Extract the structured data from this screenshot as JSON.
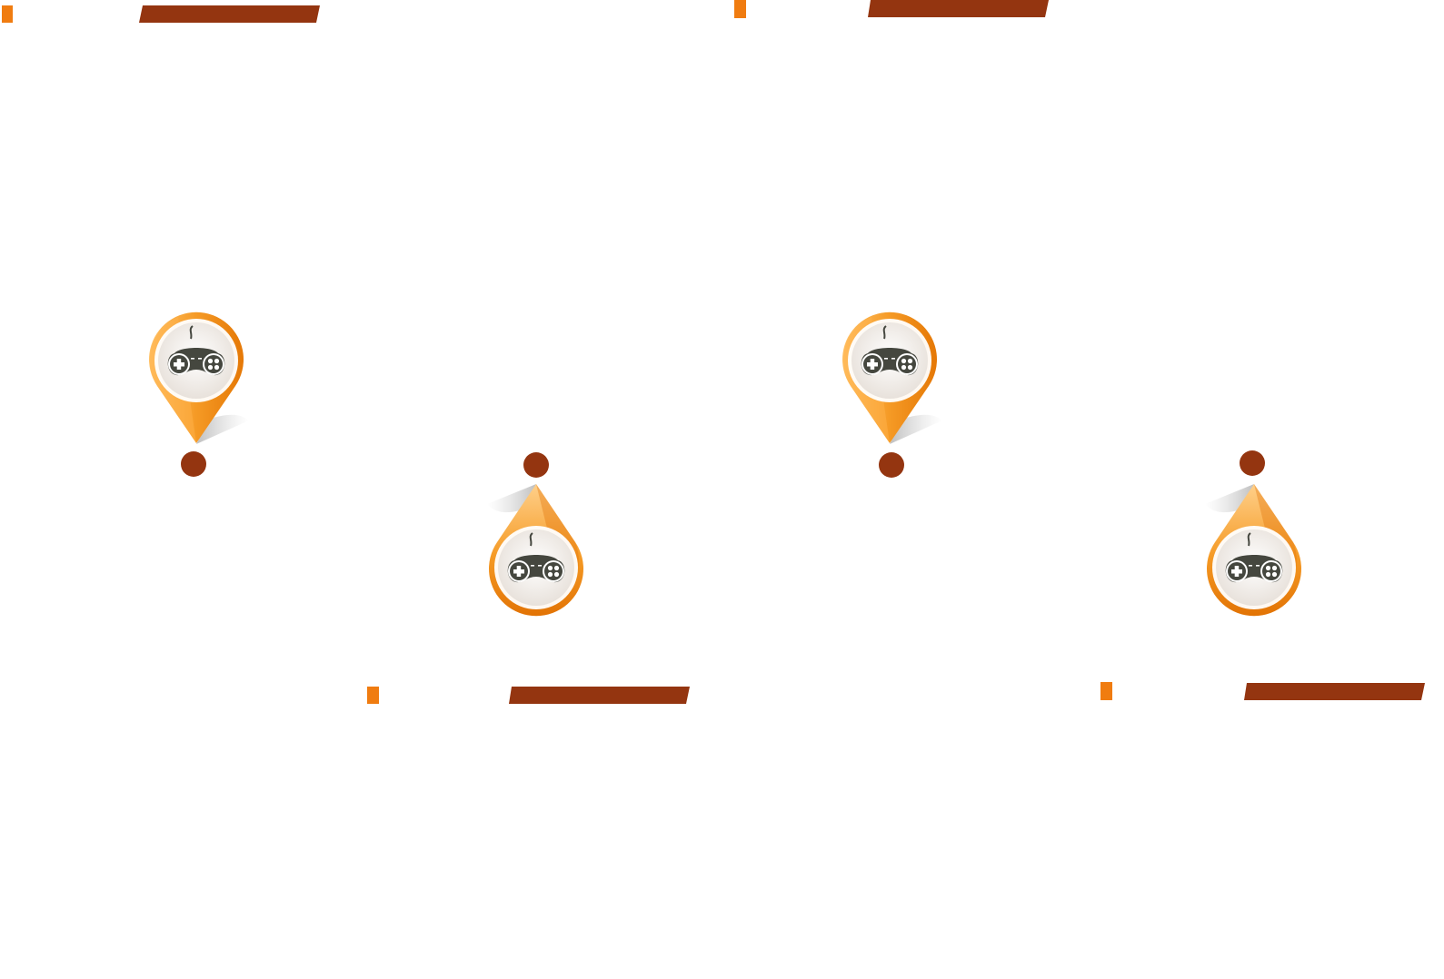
{
  "colors": {
    "background": "#ffffff",
    "bar": "#943510",
    "square": "#f07c10",
    "dot": "#943510",
    "pin_light": "#ffc36a",
    "pin_main": "#f59a25",
    "pin_dark": "#e57806",
    "icon_bg": "#f3efea",
    "controller": "#45473f",
    "shadow": "#9a9a9a"
  },
  "icons": {
    "pin": "map-pin-icon",
    "controller": "gamepad-icon"
  },
  "steps": [
    {
      "id": 1,
      "pin_direction": "down"
    },
    {
      "id": 2,
      "pin_direction": "up"
    },
    {
      "id": 3,
      "pin_direction": "down"
    },
    {
      "id": 4,
      "pin_direction": "up"
    }
  ]
}
